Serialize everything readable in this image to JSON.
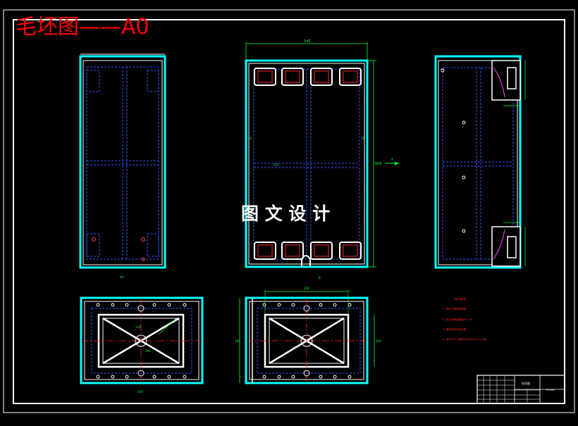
{
  "title": "毛坯图——A0",
  "watermark": "图 文 设 计",
  "dims": {
    "front_top_width": "545",
    "front_height": "806",
    "front_side_left": "35",
    "front_side_right": "35",
    "front_mid": "416",
    "bottom_left_label": "48",
    "front_bottom_mark": "B",
    "plan_left_bottom": "206",
    "plan_right_top": "204",
    "plan_right_side": "240",
    "plan_right_left": "100",
    "plan_center_a": "120",
    "plan_center_b": "160"
  },
  "section_marker": "A",
  "notes": {
    "heading": "技术要求",
    "items": [
      "1. 铸件不得有砂眼等",
      "2. 未注明铸造圆角R3~R5",
      "3. 铸件须经时效处理",
      "4. 未注尺寸公差按GB/T6414-CT10级"
    ]
  },
  "title_block": {
    "name": "毛坯图",
    "material": "HT200"
  },
  "colors": {
    "background": "#000000",
    "frame": "#ffffff",
    "title": "#ff0000",
    "outline": "#ffffff",
    "hatch": "#00ffff",
    "hidden": "#3355ff",
    "center": "#ff2222",
    "dimension": "#00ff33",
    "accent": "#ff44ff"
  }
}
